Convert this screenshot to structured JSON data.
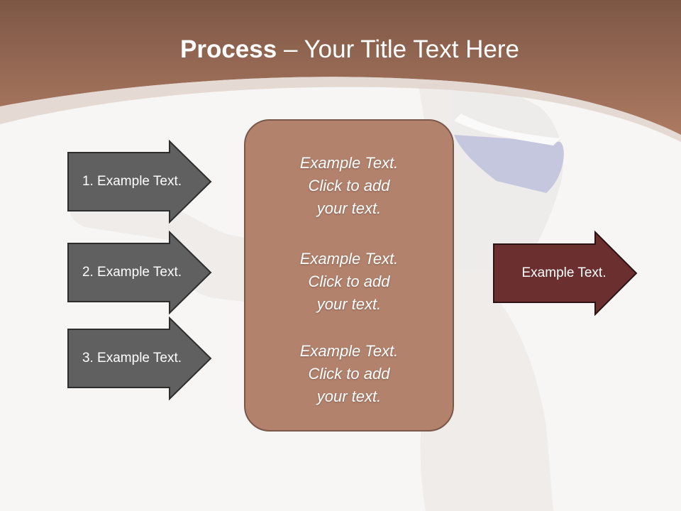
{
  "slide": {
    "title_bold": "Process",
    "title_dash": " – ",
    "title_rest": "Your Title Text Here"
  },
  "left_arrows": [
    {
      "label": "1. Example Text."
    },
    {
      "label": "2. Example Text."
    },
    {
      "label": "3. Example Text."
    }
  ],
  "center_box": {
    "blocks": [
      {
        "line1": "Example Text.",
        "line2": "Click  to add",
        "line3": "your text."
      },
      {
        "line1": "Example Text.",
        "line2": "Click  to add",
        "line3": "your text."
      },
      {
        "line1": "Example Text.",
        "line2": "Click  to add",
        "line3": "your text."
      }
    ]
  },
  "right_arrow": {
    "label": "Example Text."
  },
  "colors": {
    "header": "#9c6a55",
    "left_arrow_fill": "#606060",
    "center_fill": "#b2826c",
    "right_arrow_fill": "#6b2f2f"
  }
}
